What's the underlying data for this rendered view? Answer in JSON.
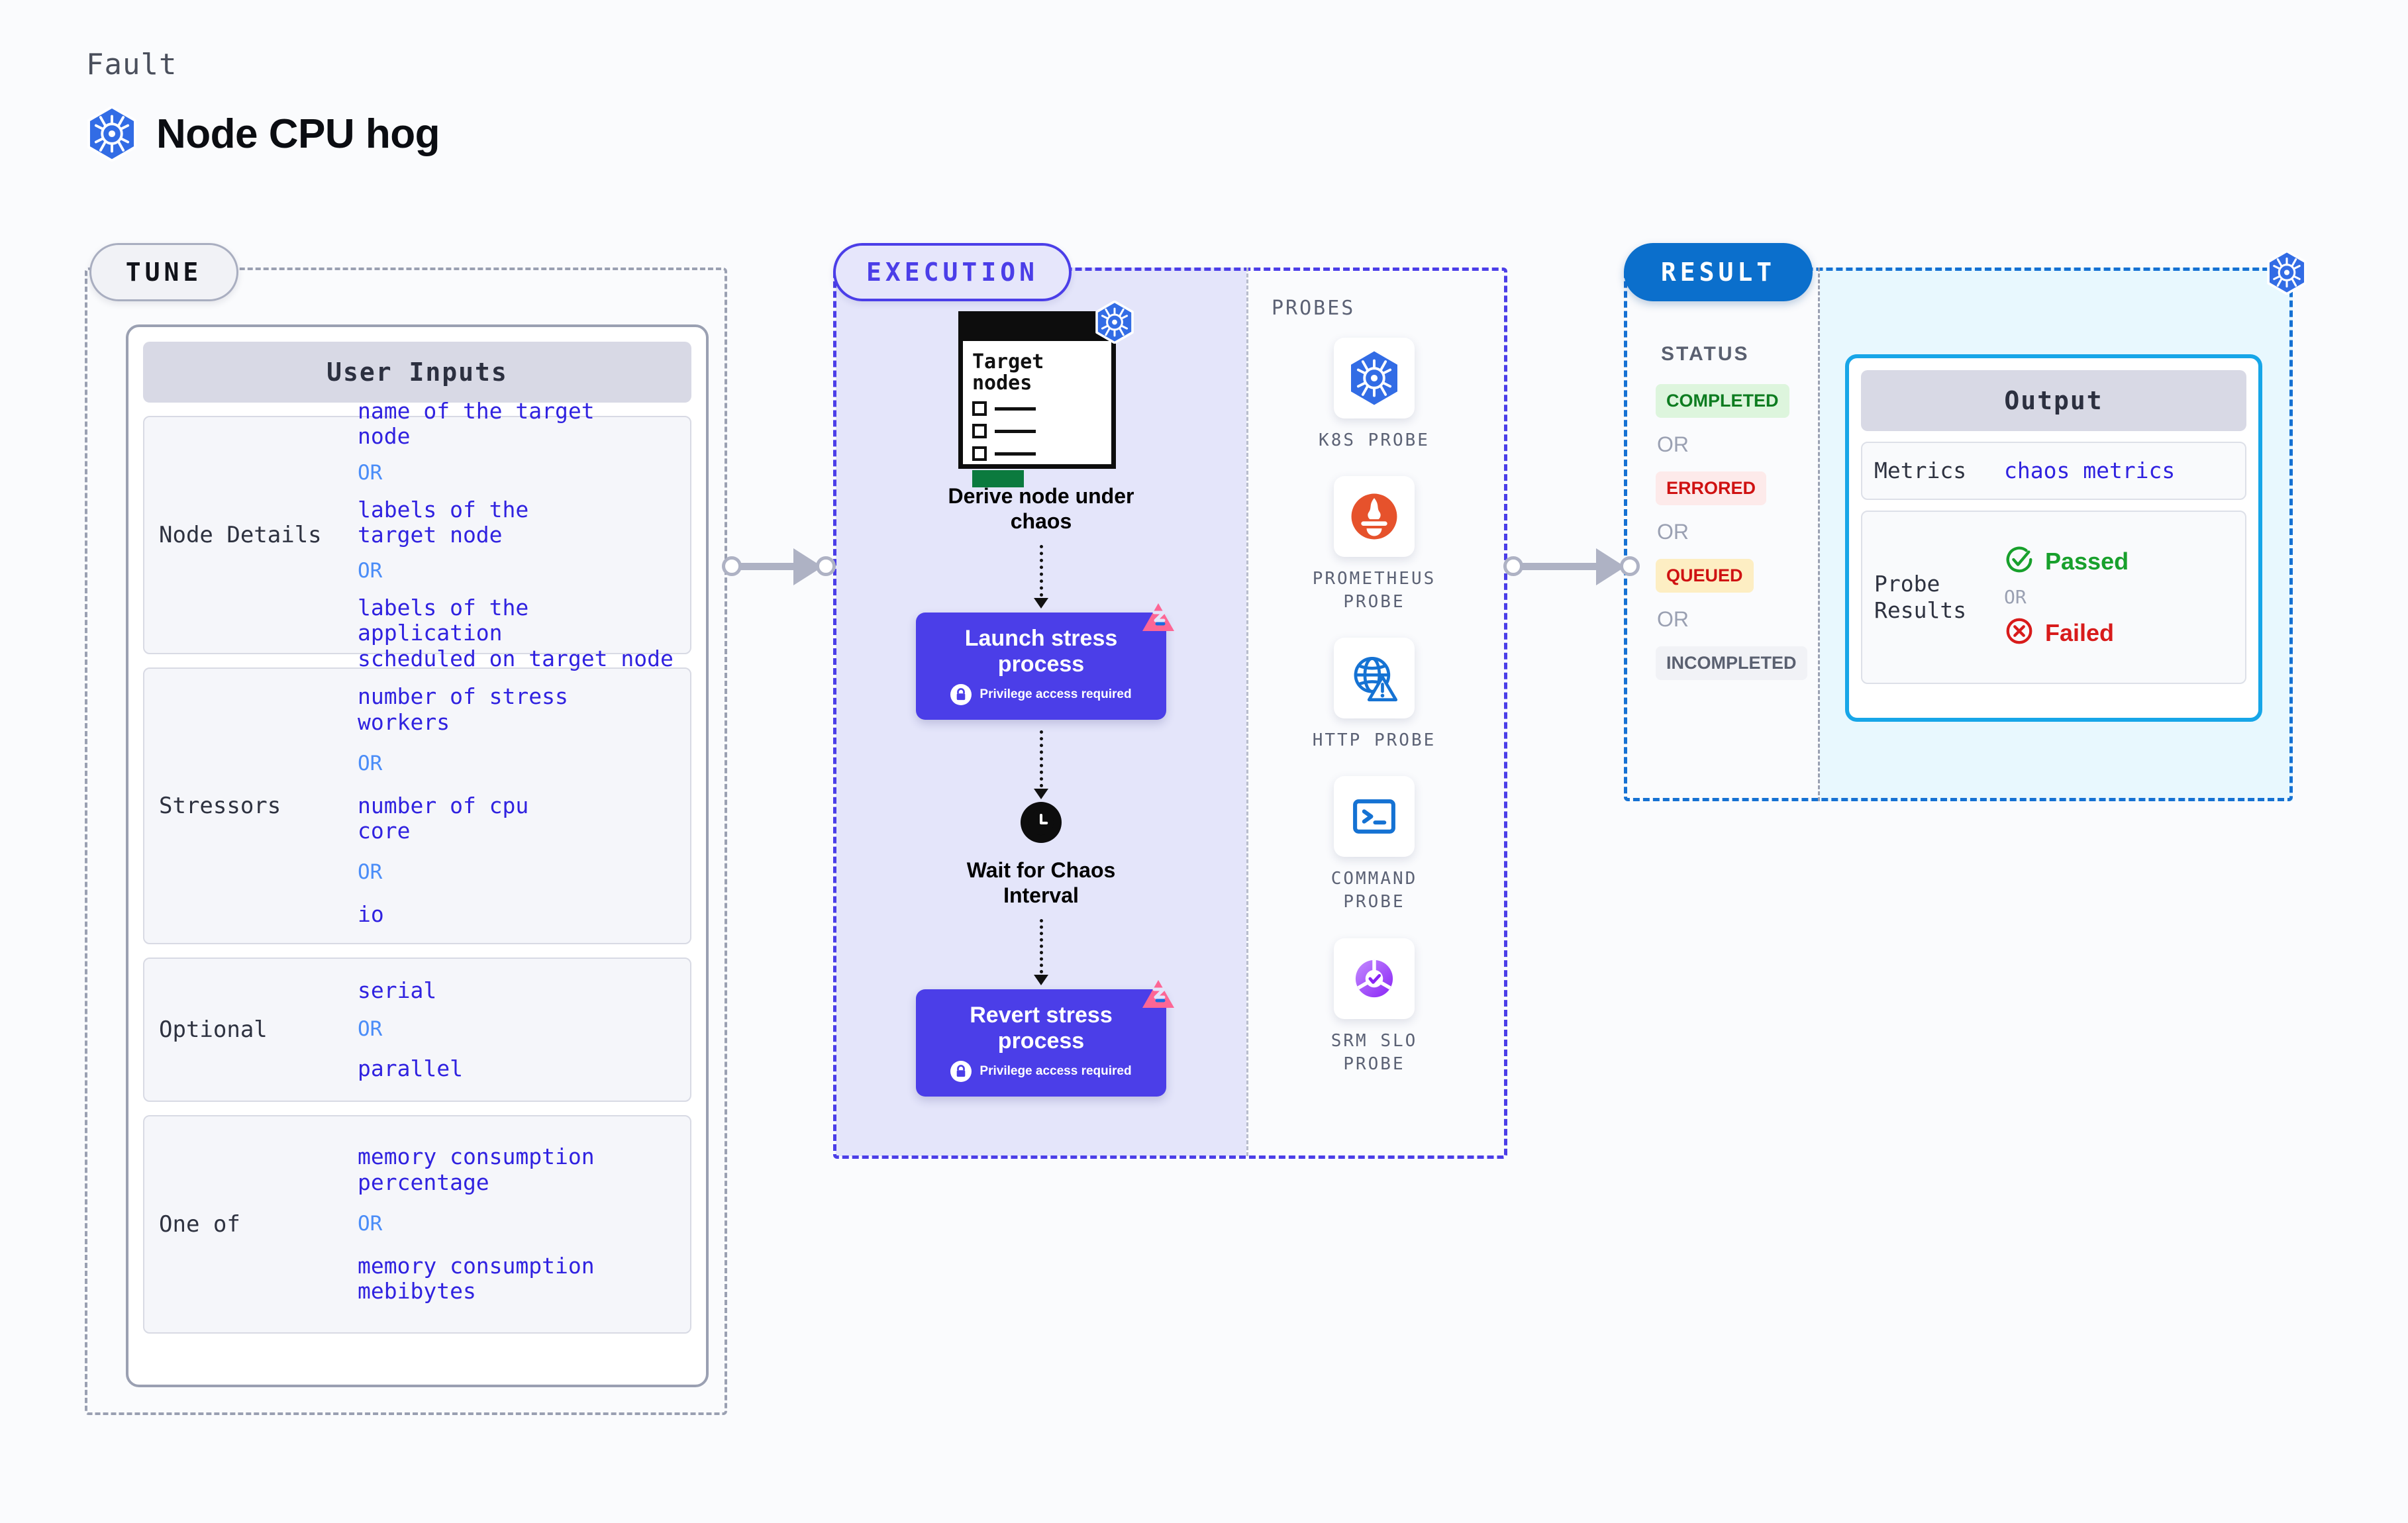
{
  "header": {
    "kicker": "Fault",
    "title": "Node CPU hog",
    "icon": "kubernetes-icon"
  },
  "sections": {
    "tune": {
      "badge": "TUNE"
    },
    "execution": {
      "badge": "EXECUTION"
    },
    "result": {
      "badge": "RESULT"
    }
  },
  "tune": {
    "card_title": "User Inputs",
    "params": [
      {
        "label": "Node Details",
        "values": [
          "name of the target\nnode",
          "OR",
          "labels of the\ntarget node",
          "OR",
          "labels of the application\n scheduled on target node"
        ]
      },
      {
        "label": "Stressors",
        "values": [
          "number of stress\nworkers",
          "OR",
          "number of cpu\ncore",
          "OR",
          "io"
        ]
      },
      {
        "label": "Optional",
        "values": [
          "serial",
          "OR",
          "parallel"
        ]
      },
      {
        "label": "One of",
        "values": [
          "memory consumption\npercentage",
          "OR",
          "memory consumption\nmebibytes"
        ]
      }
    ]
  },
  "execution": {
    "steps": [
      {
        "caption": "Derive node under\nchaos",
        "illustration": "target-nodes-window",
        "window_title": "Target\nnodes"
      },
      {
        "caption": "Launch stress\nprocess",
        "privilege": "Privilege access required",
        "type": "action"
      },
      {
        "caption": "Wait for Chaos\nInterval",
        "illustration": "clock-icon",
        "type": "wait"
      },
      {
        "caption": "Revert stress\nprocess",
        "privilege": "Privilege access required",
        "type": "action"
      }
    ],
    "probes_title": "PROBES",
    "probes": [
      {
        "name": "K8S PROBE",
        "icon": "kubernetes-icon"
      },
      {
        "name": "PROMETHEUS\nPROBE",
        "icon": "prometheus-icon"
      },
      {
        "name": "HTTP PROBE",
        "icon": "globe-warning-icon"
      },
      {
        "name": "COMMAND\nPROBE",
        "icon": "terminal-icon"
      },
      {
        "name": "SRM SLO\nPROBE",
        "icon": "slo-gauge-icon"
      }
    ]
  },
  "result": {
    "status_title": "STATUS",
    "statuses": [
      "COMPLETED",
      "ERRORED",
      "QUEUED",
      "INCOMPLETED"
    ],
    "or_label": "OR",
    "output": {
      "title": "Output",
      "rows": [
        {
          "label": "Metrics",
          "value": "chaos metrics"
        },
        {
          "label": "Probe\nResults",
          "pass": "Passed",
          "or": "OR",
          "fail": "Failed"
        }
      ]
    }
  },
  "colors": {
    "accent_purple": "#4b3ee8",
    "accent_blue": "#0b6fcc",
    "accent_cyan": "#17a6e8",
    "k8s_blue": "#326ce5",
    "litmus_pink": "#fd6695",
    "prometheus_orange": "#e6522c",
    "pass_green": "#18a02c",
    "fail_red": "#d81b1b",
    "value_indigo": "#3022e0",
    "or_blue": "#4b8df8"
  }
}
